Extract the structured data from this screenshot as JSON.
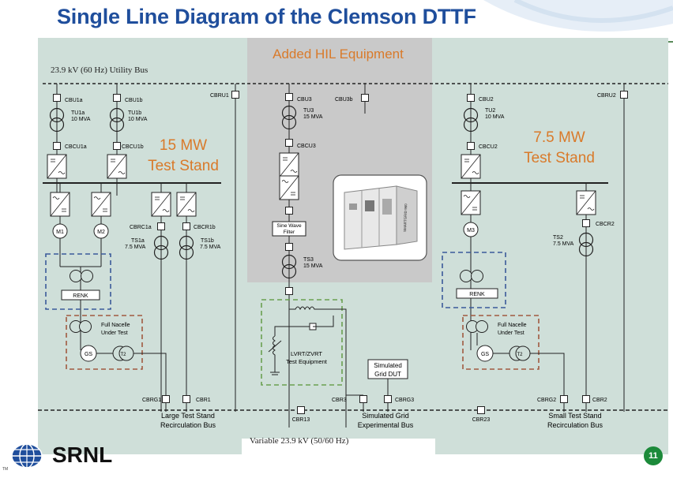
{
  "title": "Single Line Diagram of the Clemson DTTF",
  "hil_label": "Added HIL Equipment",
  "utility_bus_label": "23.9 kV (60 Hz) Utility Bus",
  "variable_bus_label": "Variable 23.9 kV (50/60 Hz)",
  "stand_15mw": [
    "15 MW",
    "Test Stand"
  ],
  "stand_75mw": [
    "7.5 MW",
    "Test Stand"
  ],
  "breakers": {
    "cbu1a": "CBU1a",
    "cbu1b": "CBU1b",
    "cbru1": "CBRU1",
    "cbu3": "CBU3",
    "cbu3b": "CBU3b",
    "cbu2": "CBU2",
    "cbru2": "CBRU2",
    "cbcu1a": "CBCU1a",
    "cbcu1b": "CBCU1b",
    "cbcu3": "CBCU3",
    "cbcu2": "CBCU2",
    "cbrc1a": "CBRC1a",
    "cbcr1b": "CBCR1b",
    "cbcr2": "CBCR2",
    "cbrg1": "CBRG1",
    "cbr1": "CBR1",
    "cbr3": "CBR3",
    "cbrg3": "CBRG3",
    "cbrg2": "CBRG2",
    "cbr2": "CBR2",
    "cbr13": "CBR13",
    "cbr23": "CBR23"
  },
  "transformers": {
    "tu1a": [
      "TU1a",
      "10 MVA"
    ],
    "tu1b": [
      "TU1b",
      "10 MVA"
    ],
    "tu3": [
      "TU3",
      "15 MVA"
    ],
    "tu2": [
      "TU2",
      "10 MVA"
    ],
    "ts1a": [
      "TS1a",
      "7.5 MVA"
    ],
    "ts1b": [
      "TS1b",
      "7.5 MVA"
    ],
    "ts3": [
      "TS3",
      "15 MVA"
    ],
    "ts2": [
      "TS2",
      "7.5 MVA"
    ]
  },
  "motors": {
    "m1": "M1",
    "m2": "M2",
    "m3": "M3"
  },
  "renk": "RENK",
  "full_nacelle": [
    "Full Nacelle",
    "Under Test"
  ],
  "gs": "GS",
  "t2": "T2",
  "sine_filter": [
    "Sine Wave",
    "Filter"
  ],
  "lvrt": [
    "LVRT/ZVRT",
    "Test Equipment"
  ],
  "sim_grid_dut": [
    "Simulated",
    "Grid DUT"
  ],
  "bus_labels": {
    "large": [
      "Large Test Stand",
      "Recirculation Bus"
    ],
    "sim": [
      "Simulated Grid",
      "Experimental Bus"
    ],
    "small": [
      "Small Test Stand",
      "Recirculation Bus"
    ]
  },
  "cabinet_text": [
    "SMARTGRID 960"
  ],
  "logo_text": "SRNL",
  "trademark": "TM",
  "slide_number": "11",
  "colors": {
    "title": "#1f4e9c",
    "panel": "#cfdfd9",
    "hil_panel": "#c9c9c9",
    "accent_orange": "#d97a2a",
    "dashed_blue": "#3a5a9a",
    "dashed_brown": "#a05a40",
    "dashed_green": "#6aa050",
    "slide_badge": "#1c8a3a"
  }
}
